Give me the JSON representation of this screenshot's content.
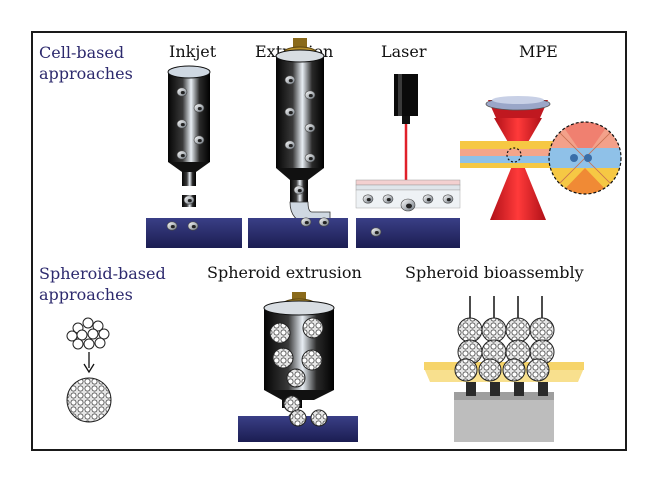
{
  "sections": {
    "cell_based": {
      "line1": "Cell-based",
      "line2": "approaches"
    },
    "spheroid_based": {
      "line1": "Spheroid-based",
      "line2": "approaches"
    }
  },
  "methods": {
    "inkjet": "Inkjet",
    "extrusion": "Extrusion",
    "laser": "Laser",
    "mpe": "MPE",
    "spheroid_extrusion": "Spheroid extrusion",
    "spheroid_bioassembly": "Spheroid bioassembly"
  },
  "colors": {
    "section_text": "#2d2a6e",
    "substrate": "#2a2d6e",
    "cylinder": "#1a1a1a",
    "laser_red": "#e0202a",
    "mpe_blue": "#8fc1e8",
    "mpe_yellow": "#f6c844",
    "mpe_orange": "#f08a35",
    "ring_blue": "#9aa6c8"
  }
}
